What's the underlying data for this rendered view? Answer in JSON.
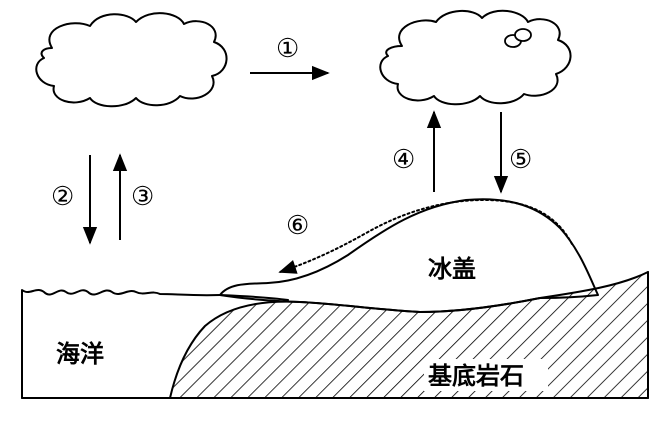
{
  "diagram": {
    "arrow_labels": {
      "transport": "①",
      "precipitation_ocean": "②",
      "evaporation_ocean": "③",
      "sublimation_ice": "④",
      "snowfall_ice": "⑤",
      "ice_flow": "⑥"
    },
    "region_labels": {
      "ice_sheet": "冰盖",
      "ocean": "海洋",
      "bedrock": "基底岩石"
    }
  }
}
